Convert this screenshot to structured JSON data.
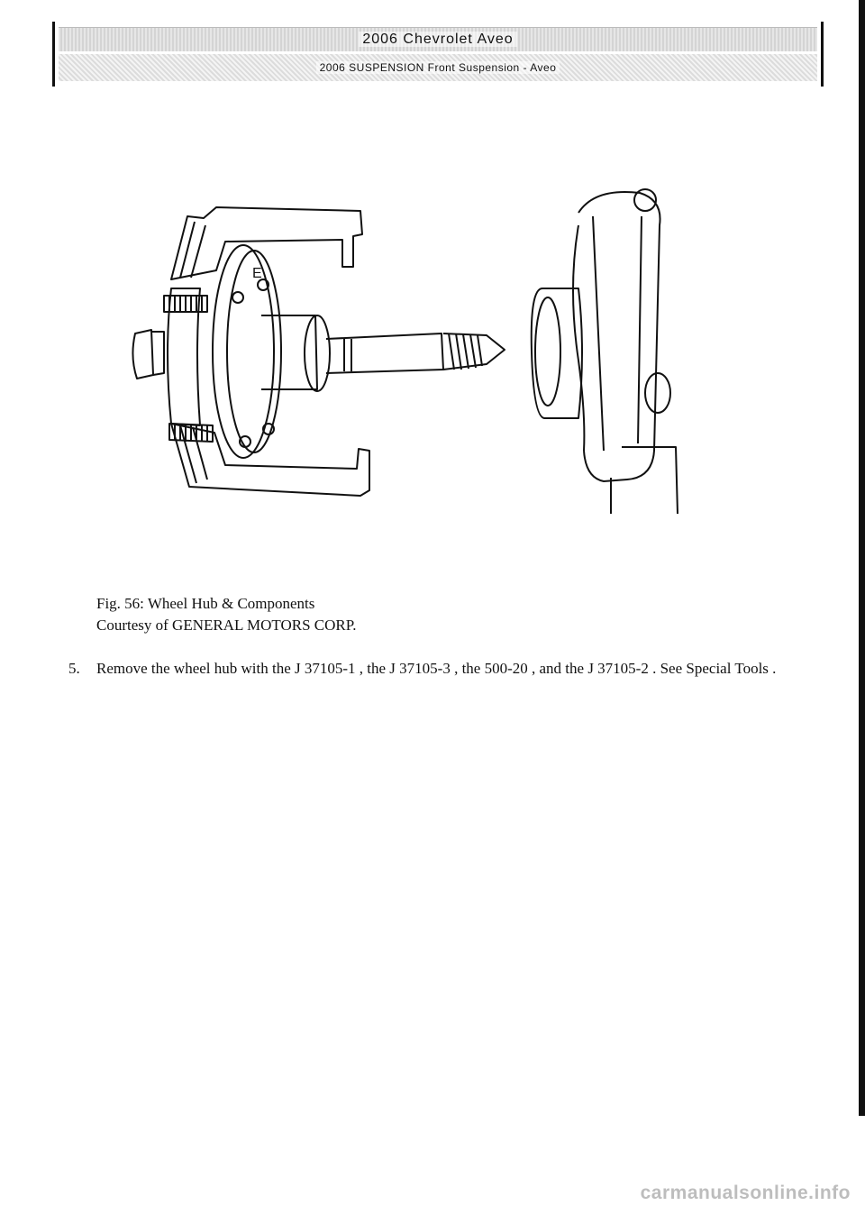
{
  "header": {
    "title": "2006 Chevrolet Aveo",
    "subtitle": "2006 SUSPENSION Front Suspension - Aveo"
  },
  "figure": {
    "caption_line1": "Fig. 56: Wheel Hub & Components",
    "caption_line2": "Courtesy of GENERAL MOTORS CORP.",
    "label_e": "E"
  },
  "steps": [
    {
      "number": "5.",
      "text": "Remove the wheel hub with the J 37105-1 , the J 37105-3 , the 500-20 , and the J 37105-2 . See Special Tools ."
    }
  ],
  "watermark": "carmanualsonline.info"
}
